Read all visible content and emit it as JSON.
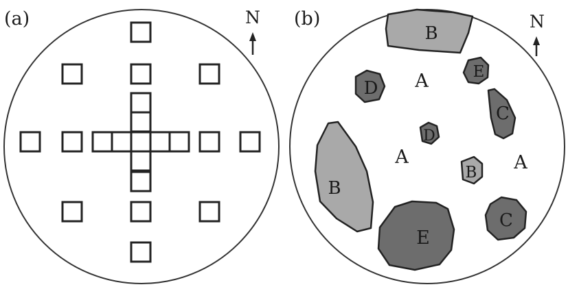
{
  "panel_a": {
    "label": "(a)",
    "north": "N"
  },
  "panel_b": {
    "label": "(b)",
    "north": "N",
    "patches": [
      {
        "id": "B-top",
        "label": "B"
      },
      {
        "id": "E-upper",
        "label": "E"
      },
      {
        "id": "D-upper",
        "label": "D"
      },
      {
        "id": "A-upper",
        "label": "A"
      },
      {
        "id": "C-right",
        "label": "C"
      },
      {
        "id": "D-center",
        "label": "D"
      },
      {
        "id": "A-left",
        "label": "A"
      },
      {
        "id": "B-small",
        "label": "B"
      },
      {
        "id": "A-right",
        "label": "A"
      },
      {
        "id": "B-left",
        "label": "B"
      },
      {
        "id": "E-bottom",
        "label": "E"
      },
      {
        "id": "C-bottom",
        "label": "C"
      }
    ]
  },
  "colors": {
    "light_patch": "#a9a9a9",
    "dark_patch": "#6d6d6d",
    "outline": "#222222"
  }
}
